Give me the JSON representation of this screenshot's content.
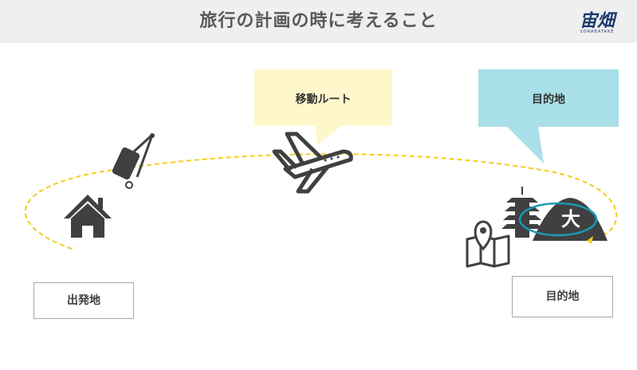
{
  "header": {
    "title": "旅行の計画の時に考えること"
  },
  "logo": {
    "text": "宙畑",
    "subtext": "SORABATAKE"
  },
  "callouts": {
    "route": {
      "label": "移動ルート",
      "color": "#fff7cc"
    },
    "destination": {
      "label": "目的地",
      "color": "#a9dfe8"
    }
  },
  "labels": {
    "origin": "出発地",
    "destination": "目的地"
  },
  "landmark": {
    "character": "大"
  },
  "icons": [
    "house-icon",
    "suitcase-icon",
    "airplane-icon",
    "pagoda-icon",
    "mountain-icon",
    "map-pin-icon"
  ],
  "colors": {
    "path": "#f2cd1a",
    "icon": "#404040",
    "orbit": "#1a9ab5"
  }
}
